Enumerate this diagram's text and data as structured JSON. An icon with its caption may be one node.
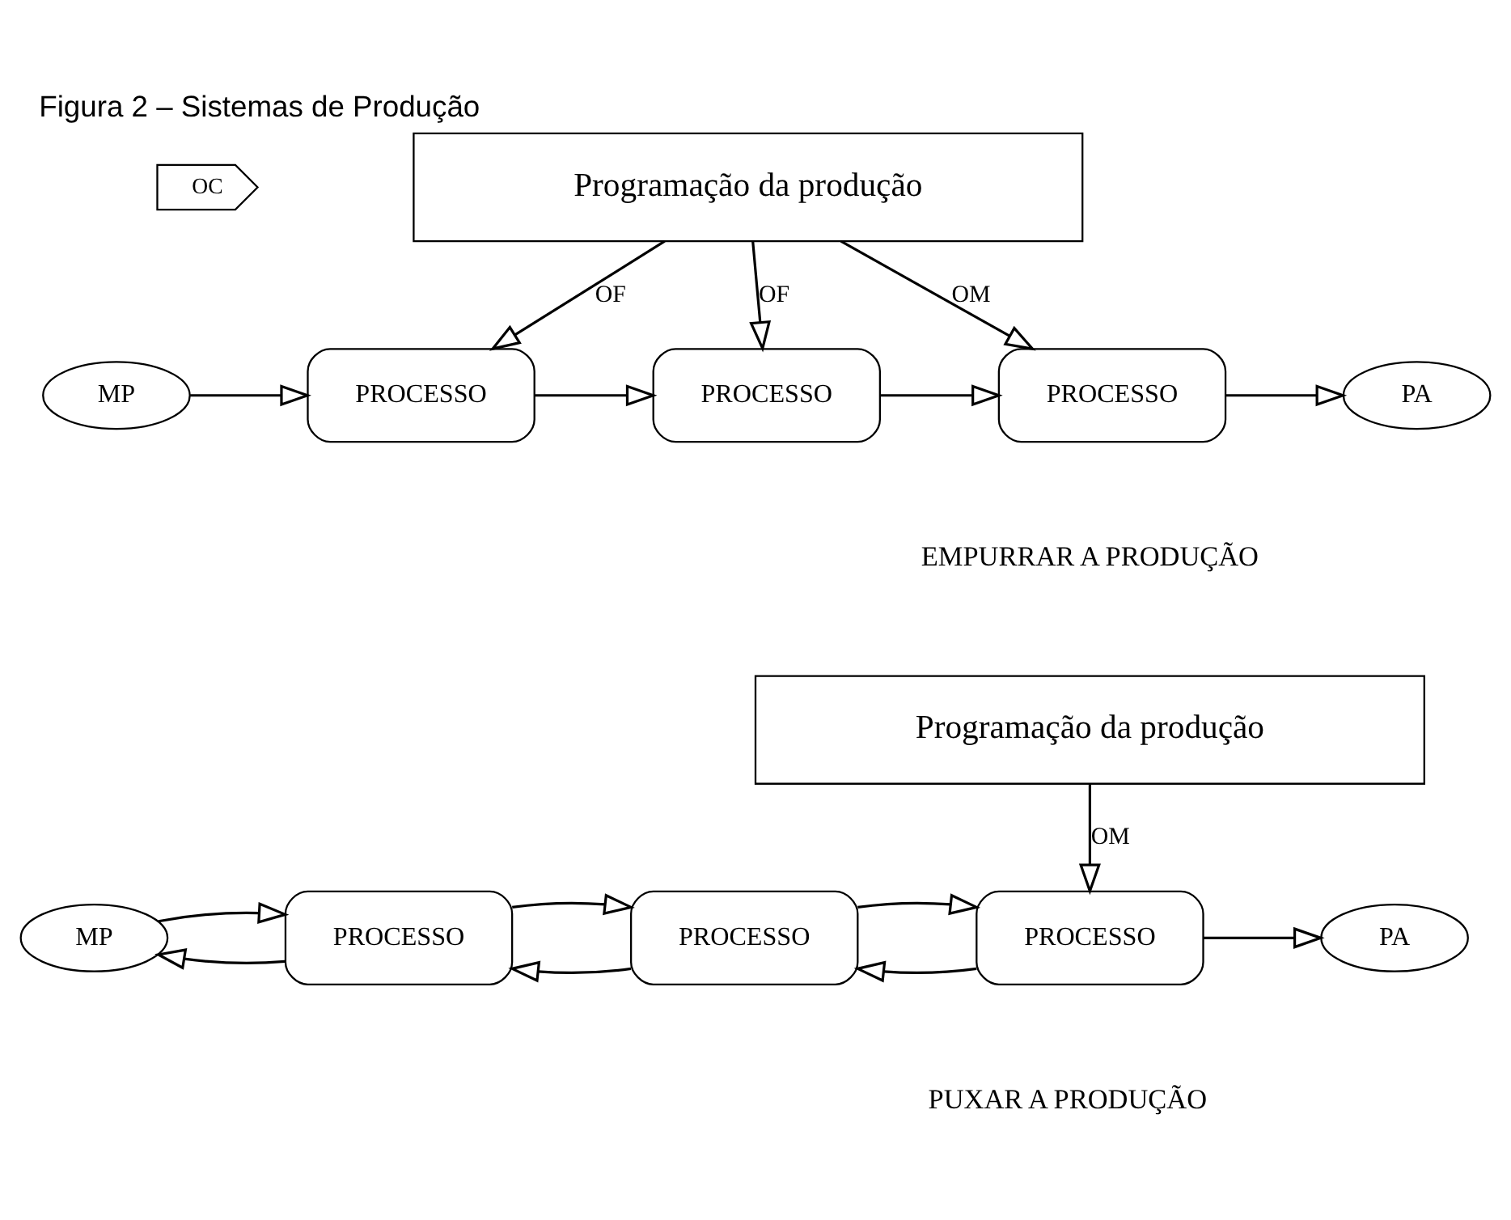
{
  "diagram": {
    "title": "Figura 2 – Sistemas de Produção",
    "nodes": [
      {
        "text": [
          "Programação da produção"
        ]
      },
      {
        "text": [
          "OC"
        ]
      },
      {
        "text": [
          "MP"
        ]
      },
      {
        "text": [
          "PROCESSO"
        ]
      },
      {
        "text": [
          "PROCESSO"
        ]
      },
      {
        "text": [
          "PROCESSO"
        ]
      },
      {
        "text": [
          "PA"
        ]
      },
      {
        "text": [
          "Programação da produção"
        ]
      },
      {
        "text": [
          "MP"
        ]
      },
      {
        "text": [
          "PROCESSO"
        ]
      },
      {
        "text": [
          "PROCESSO"
        ]
      },
      {
        "text": [
          "PROCESSO"
        ]
      },
      {
        "text": [
          "PA"
        ]
      }
    ],
    "edges": [
      {
        "from": 0,
        "to": 3,
        "arrow": "to",
        "label": "OF"
      },
      {
        "from": 0,
        "to": 4,
        "arrow": "to",
        "label": "OF"
      },
      {
        "from": 0,
        "to": 5,
        "arrow": "to",
        "label": "OM"
      },
      {
        "from": 2,
        "to": 3,
        "arrow": "to"
      },
      {
        "from": 3,
        "to": 4,
        "arrow": "to"
      },
      {
        "from": 4,
        "to": 5,
        "arrow": "to"
      },
      {
        "from": 5,
        "to": 6,
        "arrow": "to"
      },
      {
        "from": 9,
        "to": 8,
        "arrow": "to"
      },
      {
        "from": 10,
        "to": 9,
        "arrow": "to"
      },
      {
        "from": 11,
        "to": 10,
        "arrow": "to"
      },
      {
        "from": 7,
        "to": 11,
        "arrow": "to",
        "label": "OM"
      },
      {
        "from": 8,
        "to": 9,
        "arrow": "to"
      },
      {
        "from": 9,
        "to": 10,
        "arrow": "to"
      },
      {
        "from": 10,
        "to": 11,
        "arrow": "to"
      },
      {
        "from": 11,
        "to": 12,
        "arrow": "to"
      }
    ],
    "labels": [
      "EMPURRAR A PRODUÇÃO",
      "PUXAR A PRODUÇÃO"
    ]
  }
}
